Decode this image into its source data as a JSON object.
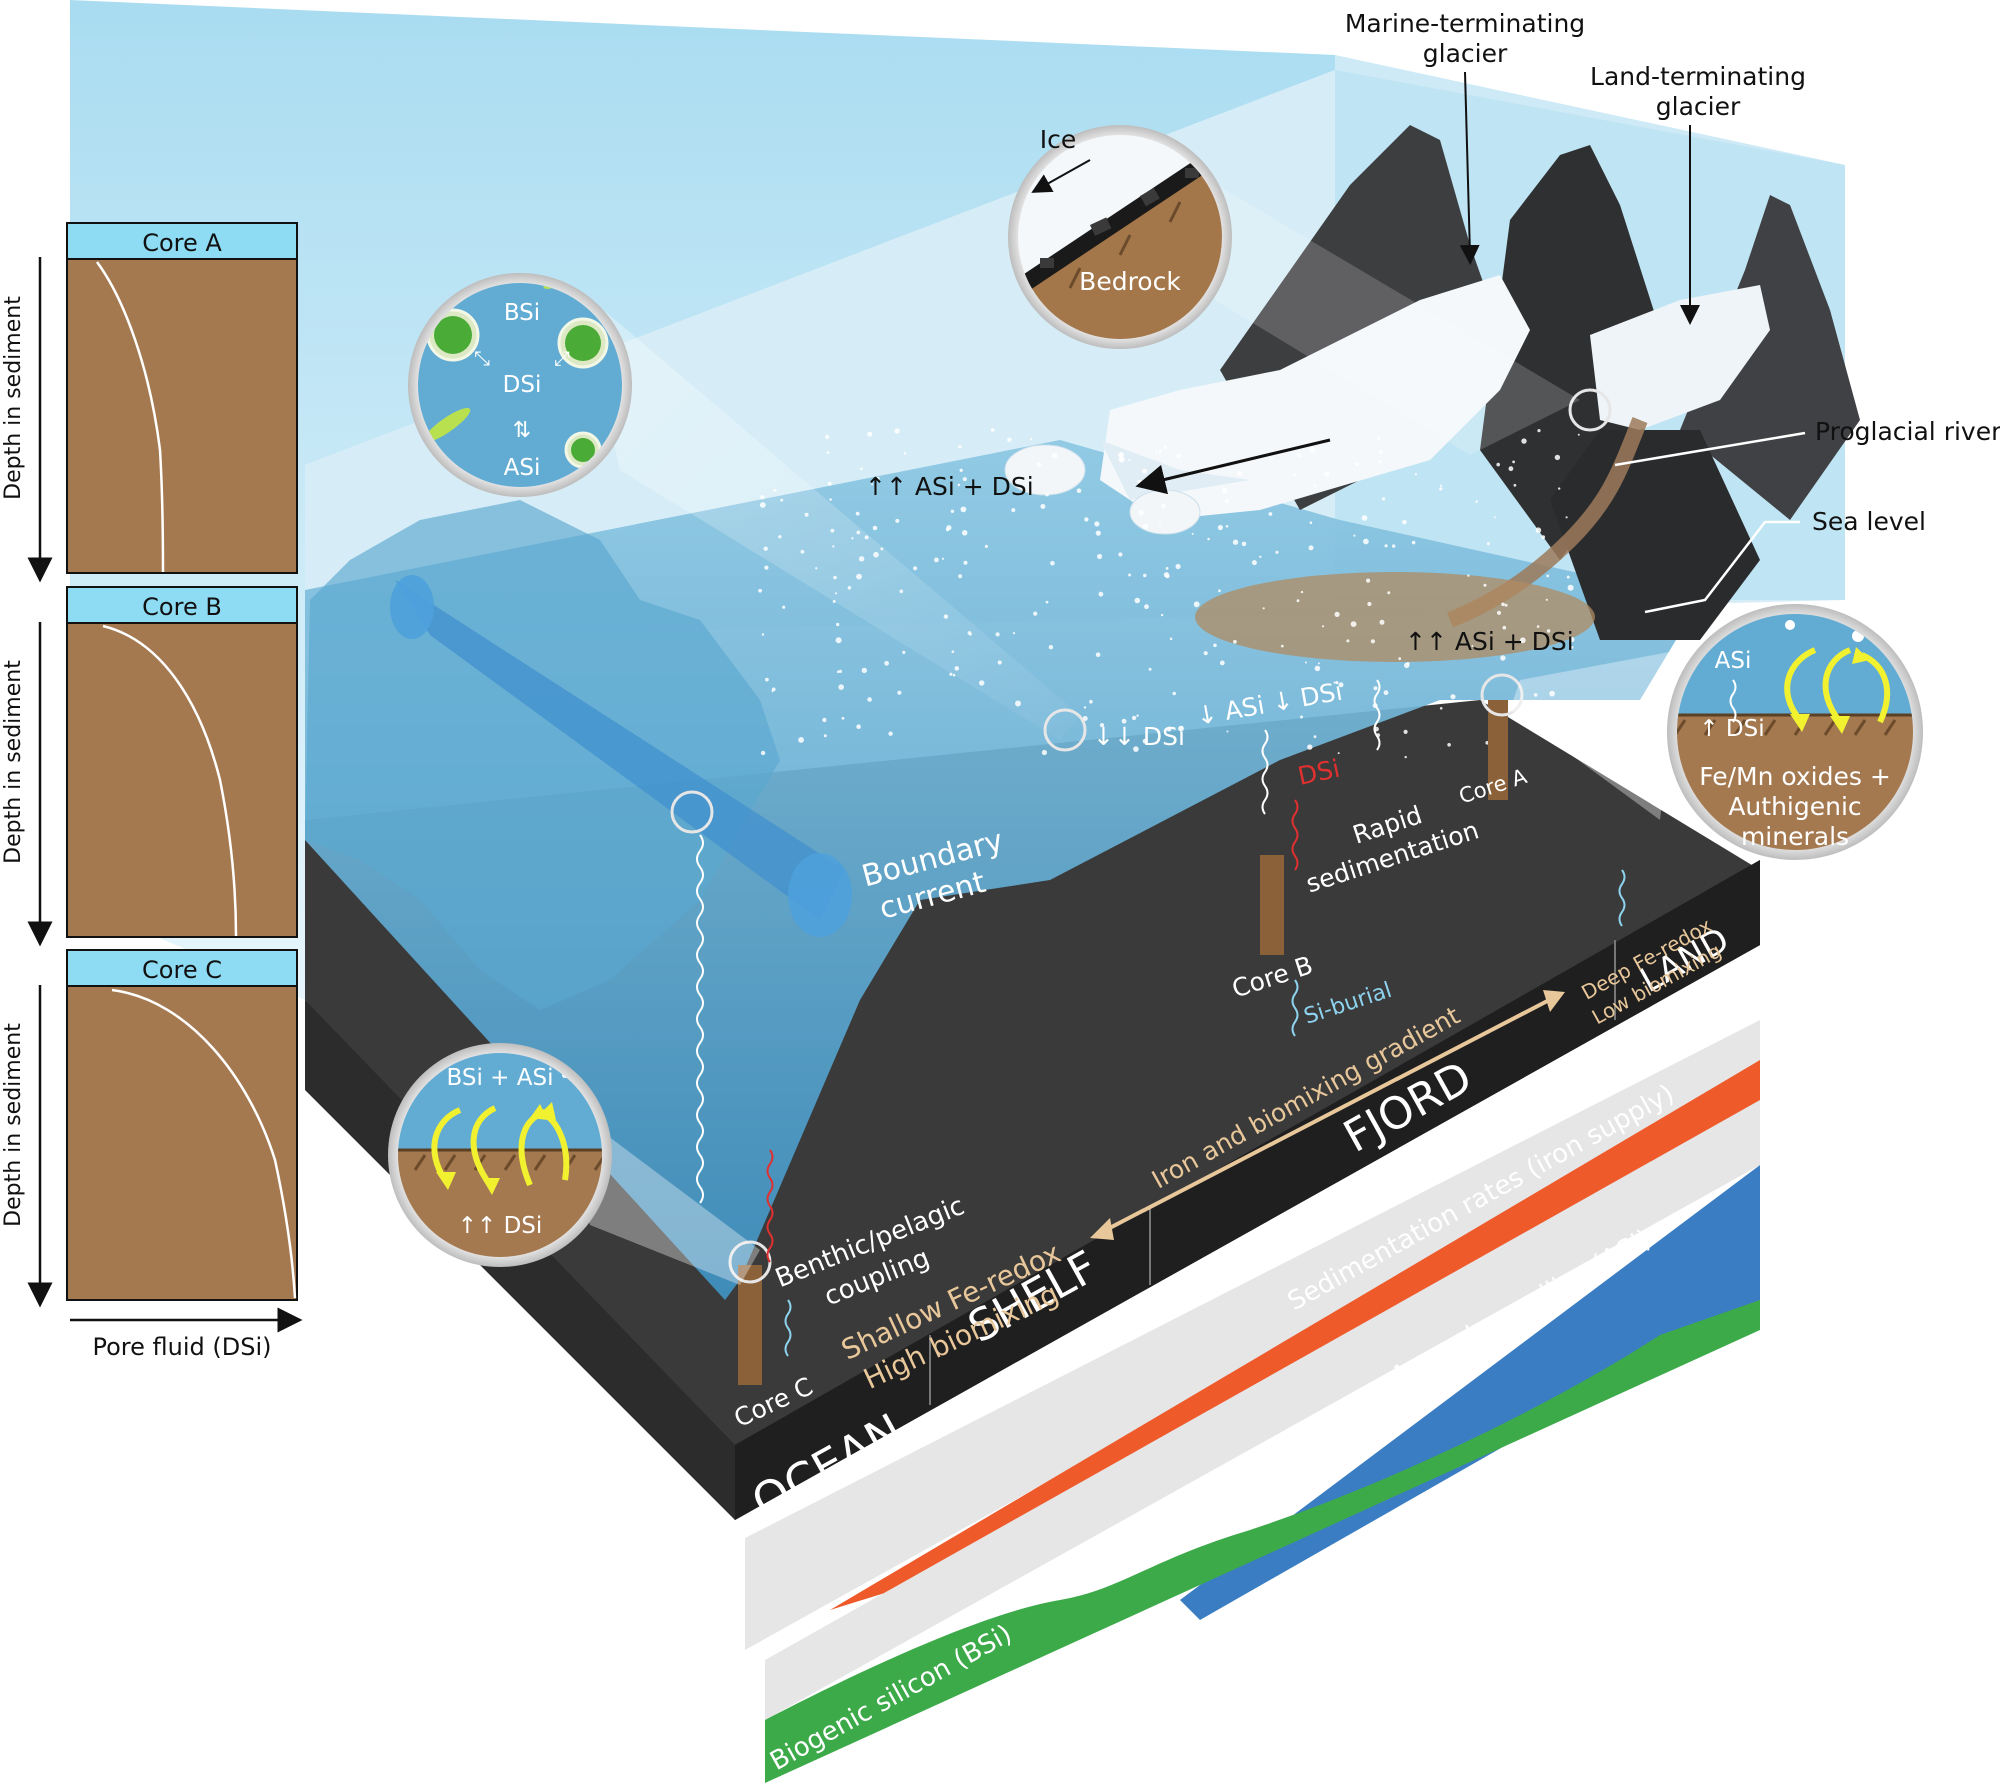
{
  "cores": [
    {
      "title": "Core A",
      "ylabel": "Depth in sediment"
    },
    {
      "title": "Core B",
      "ylabel": "Depth in sediment"
    },
    {
      "title": "Core C",
      "ylabel": "Depth in sediment"
    }
  ],
  "core_xlabel": "Pore fluid (DSi)",
  "insets": {
    "ice": "Ice",
    "bedrock": "Bedrock",
    "bsi": "BSi",
    "dsi": "DSi",
    "asi": "ASi",
    "benthic_top": "BSi + ASi",
    "benthic_bottom": "↑↑ DSi",
    "land_asi": "ASi",
    "land_dsi": "↑ DSi",
    "land_oxides_1": "Fe/Mn oxides +",
    "land_oxides_2": "Authigenic",
    "land_oxides_3": "minerals"
  },
  "callouts": {
    "marine_glacier_1": "Marine-terminating",
    "marine_glacier_2": "glacier",
    "land_glacier_1": "Land-terminating",
    "land_glacier_2": "glacier",
    "proglacial_river": "Proglacial river",
    "sea_level": "Sea level"
  },
  "scene": {
    "asi_dsi_upper": "↑↑ ASi + DSi",
    "asi_dsi_fjord": "↑↑ ASi + DSi",
    "dsi_down": "↓↓ DSi",
    "asi_dsi_down": "↓ ASi ↓ DSi",
    "dsi_red": "DSi",
    "rapid_1": "Rapid",
    "rapid_2": "sedimentation",
    "boundary_1": "Boundary",
    "boundary_2": "current",
    "core_a": "Core A",
    "core_b": "Core B",
    "core_c": "Core C",
    "si_burial": "Si-burial",
    "deep_fe_1": "Deep Fe-redox",
    "deep_fe_2": "Low biomixing",
    "gradient": "Iron and biomixing gradient",
    "benthic_1": "Benthic/pelagic",
    "benthic_2": "coupling",
    "shallow_1": "Shallow Fe-redox",
    "shallow_2": "High biomixing"
  },
  "zones": [
    "OCEAN",
    "SHELF",
    "FJORD",
    "LAND"
  ],
  "bands": {
    "sed_rates": "Sedimentation rates (iron supply)",
    "amorphous": "Amorphous silica (ASi)",
    "biogenic": "Biogenic silicon (BSi)"
  },
  "colors": {
    "sky": "#bfe6f4",
    "water": "#5aa8d0",
    "sediment": "#a57950",
    "mountain": "#4a4b4d",
    "base": "#2a2a2a",
    "core_header": "#8ddcf3",
    "sed_band": "#ef5a2b",
    "asi_band": "#3a7dc2",
    "bsi_band": "#3daa4a",
    "arrow_yellow": "#f1f130",
    "dsi_red": "#e03030",
    "tan_text": "#e8c79a",
    "si_burial": "#8ed3ee"
  }
}
